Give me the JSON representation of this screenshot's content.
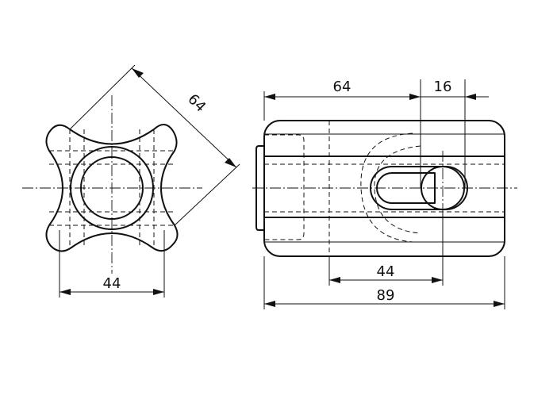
{
  "dimensions": {
    "end_view_width": "44",
    "end_view_diagonal": "64",
    "side_top_length": "64",
    "side_slot_offset": "16",
    "side_slot_length": "44",
    "side_overall_length": "89"
  }
}
